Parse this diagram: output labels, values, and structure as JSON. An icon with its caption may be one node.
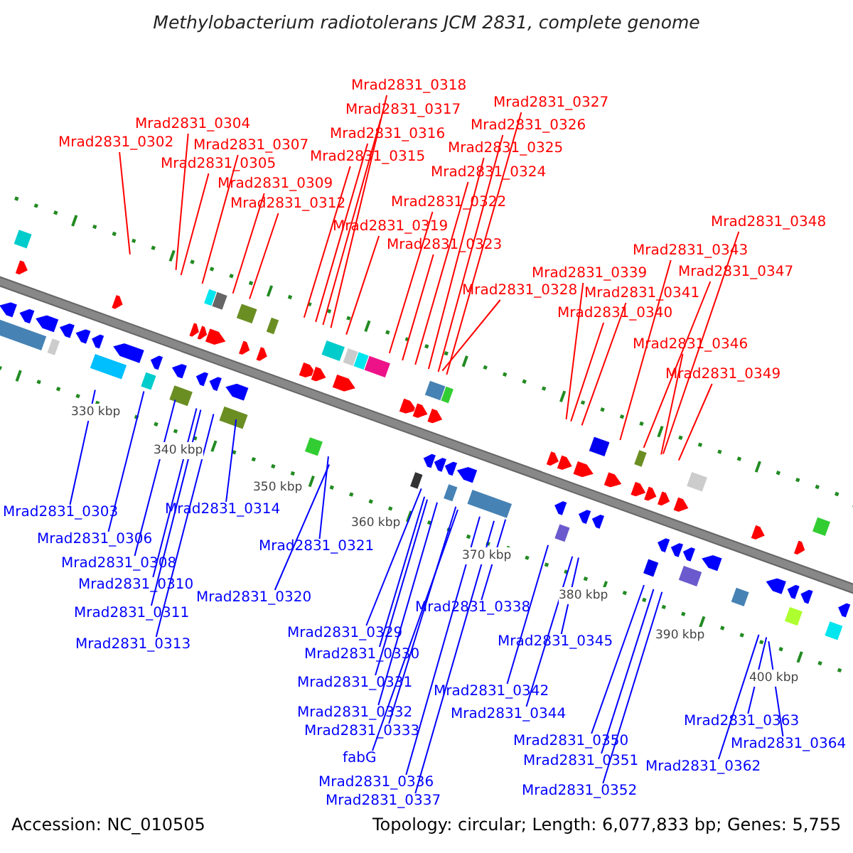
{
  "diagram": {
    "title": "Methylobacterium radiotolerans JCM 2831, complete genome",
    "nodes": [
      {
        "text": [
          "Mrad2831_0302"
        ]
      },
      {
        "text": [
          "Mrad2831_0304"
        ]
      },
      {
        "text": [
          "Mrad2831_0305"
        ]
      },
      {
        "text": [
          "Mrad2831_0307"
        ]
      },
      {
        "text": [
          "Mrad2831_0309"
        ]
      },
      {
        "text": [
          "Mrad2831_0312"
        ]
      },
      {
        "text": [
          "Mrad2831_0315"
        ]
      },
      {
        "text": [
          "Mrad2831_0316"
        ]
      },
      {
        "text": [
          "Mrad2831_0317"
        ]
      },
      {
        "text": [
          "Mrad2831_0318"
        ]
      },
      {
        "text": [
          "Mrad2831_0319"
        ]
      },
      {
        "text": [
          "Mrad2831_0322"
        ]
      },
      {
        "text": [
          "Mrad2831_0323"
        ]
      },
      {
        "text": [
          "Mrad2831_0324"
        ]
      },
      {
        "text": [
          "Mrad2831_0325"
        ]
      },
      {
        "text": [
          "Mrad2831_0326"
        ]
      },
      {
        "text": [
          "Mrad2831_0327"
        ]
      },
      {
        "text": [
          "Mrad2831_0328"
        ]
      },
      {
        "text": [
          "Mrad2831_0339"
        ]
      },
      {
        "text": [
          "Mrad2831_0340"
        ]
      },
      {
        "text": [
          "Mrad2831_0341"
        ]
      },
      {
        "text": [
          "Mrad2831_0343"
        ]
      },
      {
        "text": [
          "Mrad2831_0346"
        ]
      },
      {
        "text": [
          "Mrad2831_0347"
        ]
      },
      {
        "text": [
          "Mrad2831_0348"
        ]
      },
      {
        "text": [
          "Mrad2831_0349"
        ]
      },
      {
        "text": [
          "Mrad2831_0303"
        ]
      },
      {
        "text": [
          "Mrad2831_0306"
        ]
      },
      {
        "text": [
          "Mrad2831_0308"
        ]
      },
      {
        "text": [
          "Mrad2831_0310"
        ]
      },
      {
        "text": [
          "Mrad2831_0311"
        ]
      },
      {
        "text": [
          "Mrad2831_0313"
        ]
      },
      {
        "text": [
          "Mrad2831_0314"
        ]
      },
      {
        "text": [
          "Mrad2831_0320"
        ]
      },
      {
        "text": [
          "Mrad2831_0321"
        ]
      },
      {
        "text": [
          "Mrad2831_0329"
        ]
      },
      {
        "text": [
          "Mrad2831_0330"
        ]
      },
      {
        "text": [
          "Mrad2831_0331"
        ]
      },
      {
        "text": [
          "Mrad2831_0332"
        ]
      },
      {
        "text": [
          "Mrad2831_0333"
        ]
      },
      {
        "text": [
          "fabG"
        ]
      },
      {
        "text": [
          "Mrad2831_0336"
        ]
      },
      {
        "text": [
          "Mrad2831_0337"
        ]
      },
      {
        "text": [
          "Mrad2831_0338"
        ]
      },
      {
        "text": [
          "Mrad2831_0342"
        ]
      },
      {
        "text": [
          "Mrad2831_0344"
        ]
      },
      {
        "text": [
          "Mrad2831_0345"
        ]
      },
      {
        "text": [
          "Mrad2831_0350"
        ]
      },
      {
        "text": [
          "Mrad2831_0351"
        ]
      },
      {
        "text": [
          "Mrad2831_0352"
        ]
      },
      {
        "text": [
          "Mrad2831_0362"
        ]
      },
      {
        "text": [
          "Mrad2831_0363"
        ]
      },
      {
        "text": [
          "Mrad2831_0364"
        ]
      }
    ],
    "edges": [
      {
        "from": 0,
        "to": null,
        "arrow": "none",
        "color": "#ff0000"
      },
      {
        "from": 1,
        "to": null,
        "arrow": "none",
        "color": "#ff0000"
      },
      {
        "from": 2,
        "to": null,
        "arrow": "none",
        "color": "#ff0000"
      },
      {
        "from": 3,
        "to": null,
        "arrow": "none",
        "color": "#ff0000"
      },
      {
        "from": 4,
        "to": null,
        "arrow": "none",
        "color": "#ff0000"
      },
      {
        "from": 5,
        "to": null,
        "arrow": "none",
        "color": "#ff0000"
      },
      {
        "from": 6,
        "to": null,
        "arrow": "none",
        "color": "#ff0000"
      },
      {
        "from": 7,
        "to": null,
        "arrow": "none",
        "color": "#ff0000"
      },
      {
        "from": 8,
        "to": null,
        "arrow": "none",
        "color": "#ff0000"
      },
      {
        "from": 9,
        "to": null,
        "arrow": "none",
        "color": "#ff0000"
      },
      {
        "from": 10,
        "to": null,
        "arrow": "none",
        "color": "#ff0000"
      },
      {
        "from": 11,
        "to": null,
        "arrow": "none",
        "color": "#ff0000"
      },
      {
        "from": 12,
        "to": null,
        "arrow": "none",
        "color": "#ff0000"
      },
      {
        "from": 13,
        "to": null,
        "arrow": "none",
        "color": "#ff0000"
      },
      {
        "from": 14,
        "to": null,
        "arrow": "none",
        "color": "#ff0000"
      },
      {
        "from": 15,
        "to": null,
        "arrow": "none",
        "color": "#ff0000"
      },
      {
        "from": 16,
        "to": null,
        "arrow": "none",
        "color": "#ff0000"
      },
      {
        "from": 17,
        "to": null,
        "arrow": "none",
        "color": "#ff0000"
      },
      {
        "from": 18,
        "to": null,
        "arrow": "none",
        "color": "#ff0000"
      },
      {
        "from": 19,
        "to": null,
        "arrow": "none",
        "color": "#ff0000"
      },
      {
        "from": 20,
        "to": null,
        "arrow": "none",
        "color": "#ff0000"
      },
      {
        "from": 21,
        "to": null,
        "arrow": "none",
        "color": "#ff0000"
      },
      {
        "from": 22,
        "to": null,
        "arrow": "none",
        "color": "#ff0000"
      },
      {
        "from": 23,
        "to": null,
        "arrow": "none",
        "color": "#ff0000"
      },
      {
        "from": 24,
        "to": null,
        "arrow": "none",
        "color": "#ff0000"
      },
      {
        "from": 25,
        "to": null,
        "arrow": "none",
        "color": "#ff0000"
      },
      {
        "from": 26,
        "to": null,
        "arrow": "none"
      },
      {
        "from": 27,
        "to": null,
        "arrow": "none"
      },
      {
        "from": 28,
        "to": null,
        "arrow": "none"
      },
      {
        "from": 29,
        "to": null,
        "arrow": "none"
      },
      {
        "from": 30,
        "to": null,
        "arrow": "none"
      },
      {
        "from": 31,
        "to": null,
        "arrow": "none"
      },
      {
        "from": 32,
        "to": null,
        "arrow": "none"
      },
      {
        "from": 33,
        "to": null,
        "arrow": "none"
      },
      {
        "from": 34,
        "to": null,
        "arrow": "none"
      },
      {
        "from": 35,
        "to": null,
        "arrow": "none"
      },
      {
        "from": 36,
        "to": null,
        "arrow": "none"
      },
      {
        "from": 37,
        "to": null,
        "arrow": "none"
      },
      {
        "from": 38,
        "to": null,
        "arrow": "none"
      },
      {
        "from": 39,
        "to": null,
        "arrow": "none"
      },
      {
        "from": 40,
        "to": null,
        "arrow": "none"
      },
      {
        "from": 41,
        "to": null,
        "arrow": "none"
      },
      {
        "from": 42,
        "to": null,
        "arrow": "none"
      },
      {
        "from": 43,
        "to": null,
        "arrow": "none"
      },
      {
        "from": 44,
        "to": null,
        "arrow": "none"
      },
      {
        "from": 45,
        "to": null,
        "arrow": "none"
      },
      {
        "from": 46,
        "to": null,
        "arrow": "none"
      },
      {
        "from": 47,
        "to": null,
        "arrow": "none"
      },
      {
        "from": 48,
        "to": null,
        "arrow": "none"
      },
      {
        "from": 49,
        "to": null,
        "arrow": "none"
      },
      {
        "from": 50,
        "to": null,
        "arrow": "none"
      },
      {
        "from": 51,
        "to": null,
        "arrow": "none"
      },
      {
        "from": 52,
        "to": null,
        "arrow": "none"
      }
    ],
    "labels": [
      "330 kbp",
      "340 kbp",
      "350 kbp",
      "360 kbp",
      "370 kbp",
      "380 kbp",
      "390 kbp",
      "400 kbp",
      "Accession: NC_010505",
      "Topology: circular; Length: 6,077,833 bp; Genes: 5,755"
    ]
  }
}
